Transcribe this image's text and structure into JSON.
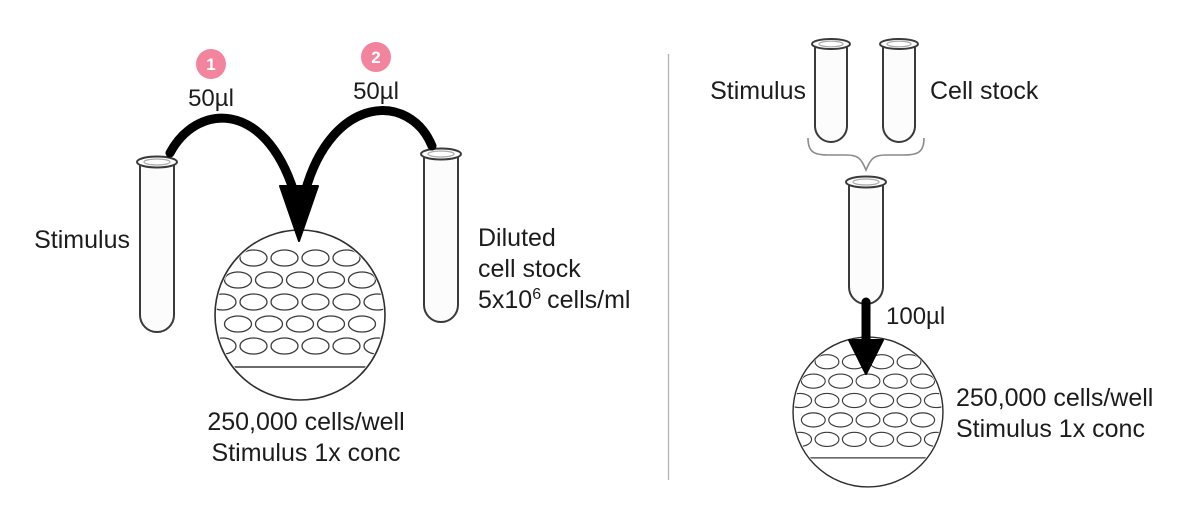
{
  "colors": {
    "badge_pink": "#f2849e",
    "ink": "#1c1c1c"
  },
  "left_panel": {
    "step1_badge": "1",
    "step1_volume": "50µl",
    "step2_badge": "2",
    "step2_volume": "50µl",
    "stimulus_tube_label": "Stimulus",
    "diluted_stock_line1": "Diluted",
    "diluted_stock_line2": "cell stock",
    "diluted_stock_concentration_base": "5x10",
    "diluted_stock_concentration_exponent": "6",
    "diluted_stock_concentration_unit": "cells/ml",
    "well_caption_line1": "250,000 cells/well",
    "well_caption_line2": "Stimulus 1x conc"
  },
  "right_panel": {
    "stimulus_tube_label": "Stimulus",
    "cell_stock_tube_label": "Cell stock",
    "transfer_volume": "100µl",
    "well_caption_line1": "250,000 cells/well",
    "well_caption_line2": "Stimulus 1x conc"
  }
}
